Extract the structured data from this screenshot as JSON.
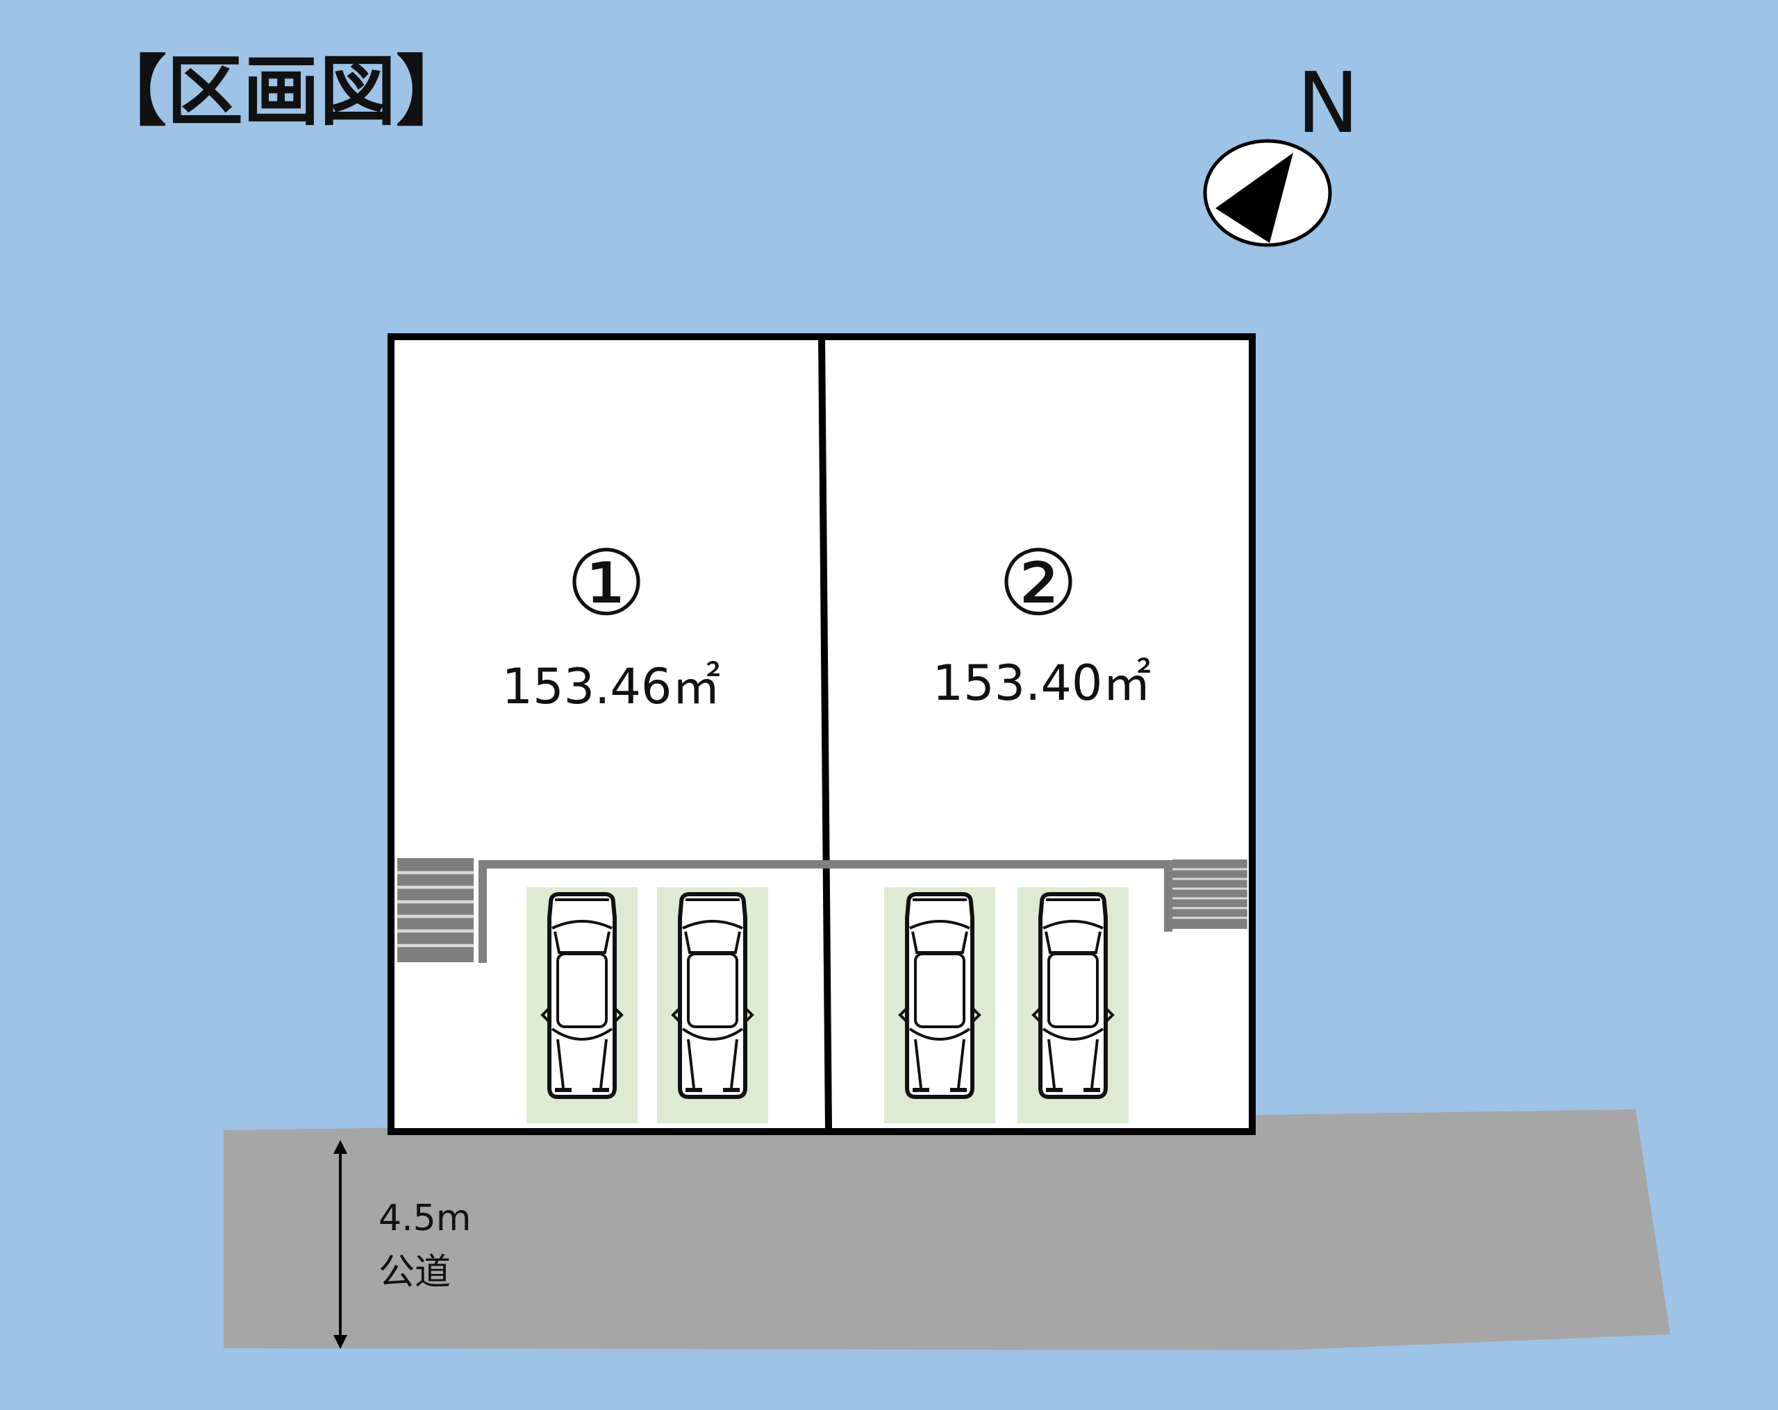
{
  "title": "【区画図】",
  "compass": {
    "label": "N",
    "icon": "north-arrow-icon"
  },
  "lots": [
    {
      "number": "①",
      "area": "153.46㎡"
    },
    {
      "number": "②",
      "area": "153.40㎡"
    }
  ],
  "road": {
    "width": "4.5m",
    "type": "公道"
  },
  "colors": {
    "background": "#9dc3e6",
    "road": "#a6a6a6",
    "lot_fill": "#ffffff",
    "boundary": "#000000",
    "wall": "#7f7f7f",
    "parking_space": "#dcebd2"
  },
  "icons": [
    "north-arrow-icon",
    "car-icon",
    "stairs-icon",
    "double-arrow-icon"
  ]
}
